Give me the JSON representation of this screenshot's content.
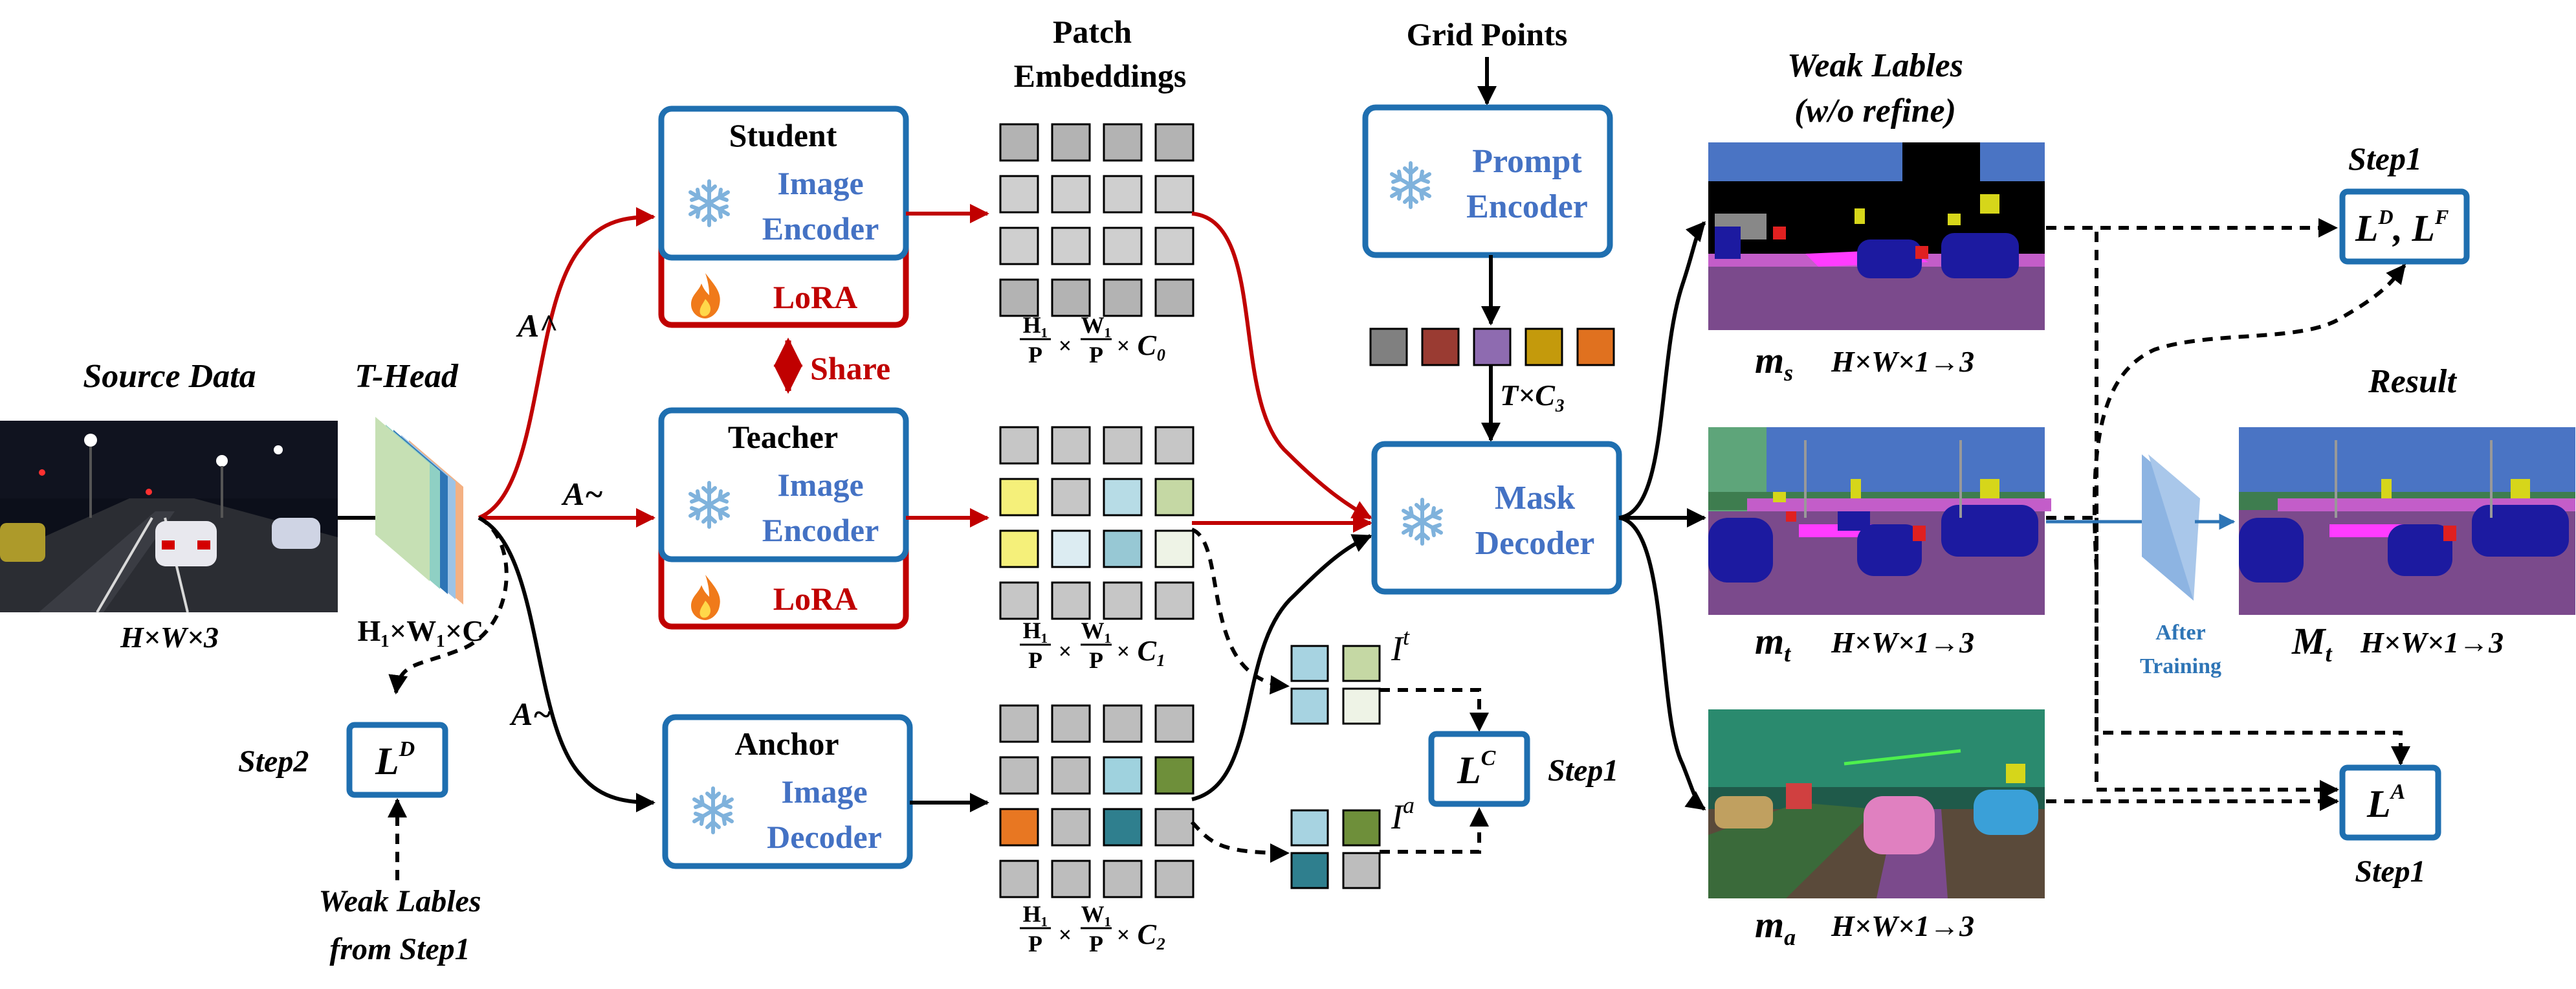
{
  "source": {
    "title": "Source Data",
    "dims": "H×W×3"
  },
  "thead": {
    "title": "T-Head",
    "dims": "H₁×W₁×C"
  },
  "aug": {
    "hat": "A^",
    "tilde1": "A~",
    "tilde2": "A~"
  },
  "student": {
    "title": "Student",
    "line1": "Image",
    "line2": "Encoder",
    "lora": "LoRA"
  },
  "share": "Share",
  "teacher": {
    "title": "Teacher",
    "line1": "Image",
    "line2": "Encoder",
    "lora": "LoRA"
  },
  "anchor": {
    "title": "Anchor",
    "line1": "Image",
    "line2": "Decoder"
  },
  "step2": {
    "label": "Step2",
    "loss": "L",
    "sup": "D",
    "weak1": "Weak Lables",
    "weak2": "from Step1"
  },
  "patch": {
    "title1": "Patch",
    "title2": "Embeddings",
    "dims0": {
      "h": "H₁",
      "w": "W₁",
      "p": "P",
      "c": "C₀"
    },
    "dims1": {
      "h": "H₁",
      "w": "W₁",
      "p": "P",
      "c": "C₁"
    },
    "dims2": {
      "h": "H₁",
      "w": "W₁",
      "p": "P",
      "c": "C₂"
    },
    "grid_colors": [
      [
        "#b3b3b3",
        "#b3b3b3",
        "#b3b3b3",
        "#b3b3b3",
        "#cfcfcf",
        "#cfcfcf",
        "#cfcfcf",
        "#cfcfcf",
        "#cfcfcf",
        "#cfcfcf",
        "#cfcfcf",
        "#cfcfcf",
        "#b3b3b3",
        "#b3b3b3",
        "#b3b3b3",
        "#b3b3b3"
      ],
      [
        "#c6c6c6",
        "#c6c6c6",
        "#c6c6c6",
        "#c6c6c6",
        "#f5f07a",
        "#c6c6c6",
        "#b7dce6",
        "#c5d8a4",
        "#f5f07a",
        "#dcecf2",
        "#97c8d4",
        "#eef3e6",
        "#c6c6c6",
        "#c6c6c6",
        "#c6c6c6",
        "#c6c6c6"
      ],
      [
        "#bdbdbd",
        "#bdbdbd",
        "#bdbdbd",
        "#bdbdbd",
        "#bdbdbd",
        "#bdbdbd",
        "#9fd2de",
        "#6e8f3a",
        "#e87722",
        "#bdbdbd",
        "#2f7f8e",
        "#bdbdbd",
        "#bdbdbd",
        "#bdbdbd",
        "#bdbdbd",
        "#bdbdbd"
      ]
    ]
  },
  "it": {
    "label": "I",
    "sup": "t",
    "colors": [
      "#a7d3e1",
      "#c5d8a4",
      "#a7d3e1",
      "#eef3e6"
    ]
  },
  "ia": {
    "label": "I",
    "sup": "a",
    "colors": [
      "#a7d3e1",
      "#6e8f3a",
      "#2f7f8e",
      "#bdbdbd"
    ]
  },
  "lc": {
    "loss": "L",
    "sup": "C",
    "step": "Step1"
  },
  "prompt": {
    "grid_title": "Grid Points",
    "line1": "Prompt",
    "line2": "Encoder"
  },
  "tokens": {
    "colors": [
      "#808080",
      "#9a3b32",
      "#8e6bb0",
      "#c49a0c",
      "#e0711f"
    ],
    "dims": "T×C₃"
  },
  "mask": {
    "line1": "Mask",
    "line2": "Decoder"
  },
  "weak": {
    "title1": "Weak Lables",
    "title2": "(w/o refine)"
  },
  "ms": {
    "label": "m",
    "sub": "s",
    "dims": "H×W×1→3"
  },
  "mt": {
    "label": "m",
    "sub": "t",
    "dims": "H×W×1→3"
  },
  "ma": {
    "label": "m",
    "sub": "a",
    "dims": "H×W×1→3"
  },
  "ldf": {
    "step": "Step1",
    "text": "L",
    "sup1": "D",
    "sep": ", L",
    "sup2": "F"
  },
  "la": {
    "loss": "L",
    "sup": "A",
    "step": "Step1"
  },
  "after": {
    "line1": "After",
    "line2": "Training"
  },
  "result": {
    "title": "Result",
    "label": "M",
    "sub": "t",
    "dims": "H×W×1→3"
  }
}
